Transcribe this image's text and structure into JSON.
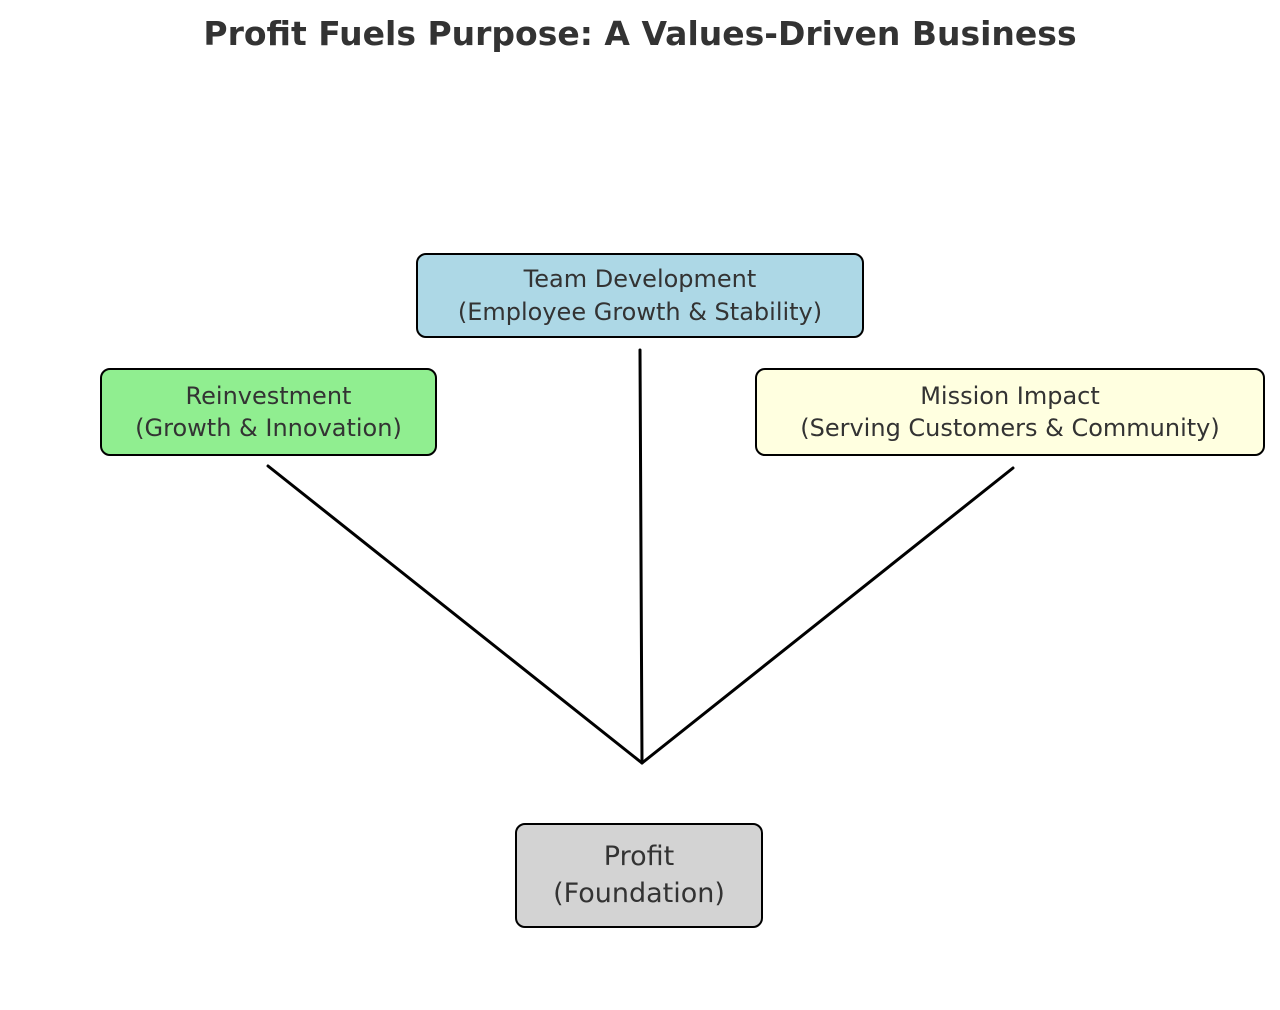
{
  "diagram": {
    "title": "Profit Fuels Purpose: A Values-Driven Business",
    "nodes": {
      "team": {
        "line1": "Team Development",
        "line2": "(Employee Growth & Stability)",
        "fill": "#ADD8E6"
      },
      "reinvestment": {
        "line1": "Reinvestment",
        "line2": "(Growth & Innovation)",
        "fill": "#90EE90"
      },
      "mission": {
        "line1": "Mission Impact",
        "line2": "(Serving Customers & Community)",
        "fill": "#FFFFE0"
      },
      "profit": {
        "line1": "Profit",
        "line2": "(Foundation)",
        "fill": "#D3D3D3"
      }
    },
    "colors": {
      "background": "#FFFFFF",
      "node_border": "#000000",
      "connector_line": "#000000",
      "text": "#333333",
      "title_text": "#333333"
    }
  }
}
